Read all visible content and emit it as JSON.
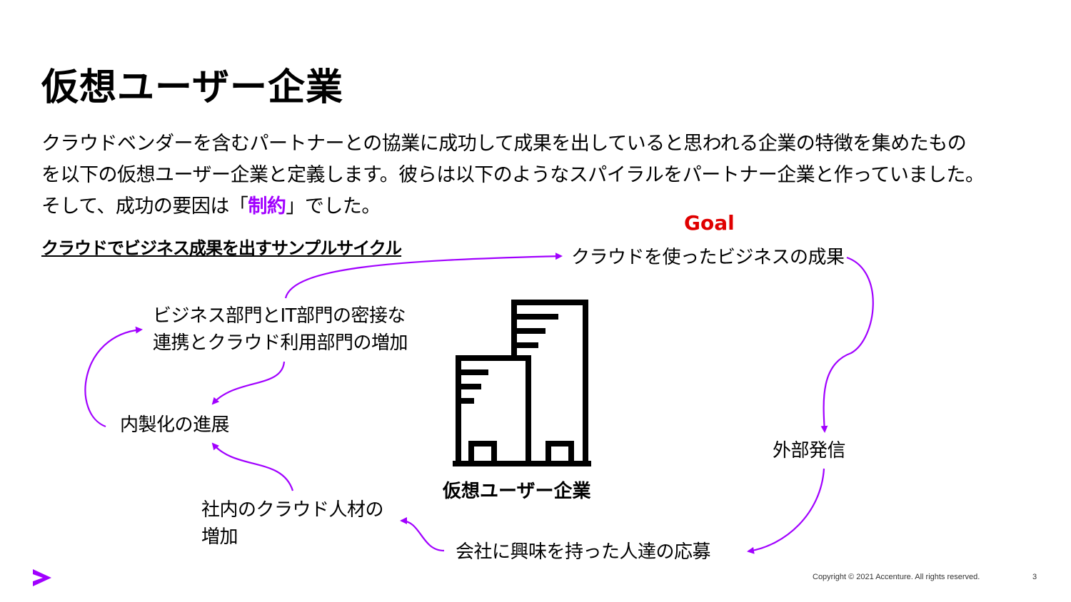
{
  "slide": {
    "title": "仮想ユーザー企業",
    "intro_lines": [
      "クラウドベンダーを含むパートナーとの協業に成功して成果を出していると思われる企業の特徴を集めたもの",
      "を以下の仮想ユーザー企業と定義します。彼らは以下のようなスパイラルをパートナー企業と作っていました。"
    ],
    "intro_line3_before": "そして、成功の要因は「",
    "intro_line3_highlight": "制約",
    "intro_line3_after": "」でした。",
    "cycle_title": "クラウドでビジネス成果を出すサンプルサイクル",
    "goal_label": "Goal",
    "steps": {
      "business_result": "クラウドを使ったビジネスの成果",
      "external_outreach": "外部発信",
      "applicants": "会社に興味を持った人達の応募",
      "talent_line1": "社内のクラウド人材の",
      "talent_line2": "増加",
      "insourcing": "内製化の進展",
      "collab_line1": "ビジネス部門とIT部門の密接な",
      "collab_line2": "連携とクラウド利用部門の増加"
    },
    "building_label": "仮想ユーザー企業",
    "building_icon": "office-building-icon",
    "logo_icon": "accenture-chevron-icon",
    "copyright": "Copyright © 2021 Accenture. All rights reserved.",
    "page_number": "3"
  },
  "colors": {
    "accent_purple": "#a100ff",
    "goal_red": "#e00000",
    "text": "#000000"
  }
}
